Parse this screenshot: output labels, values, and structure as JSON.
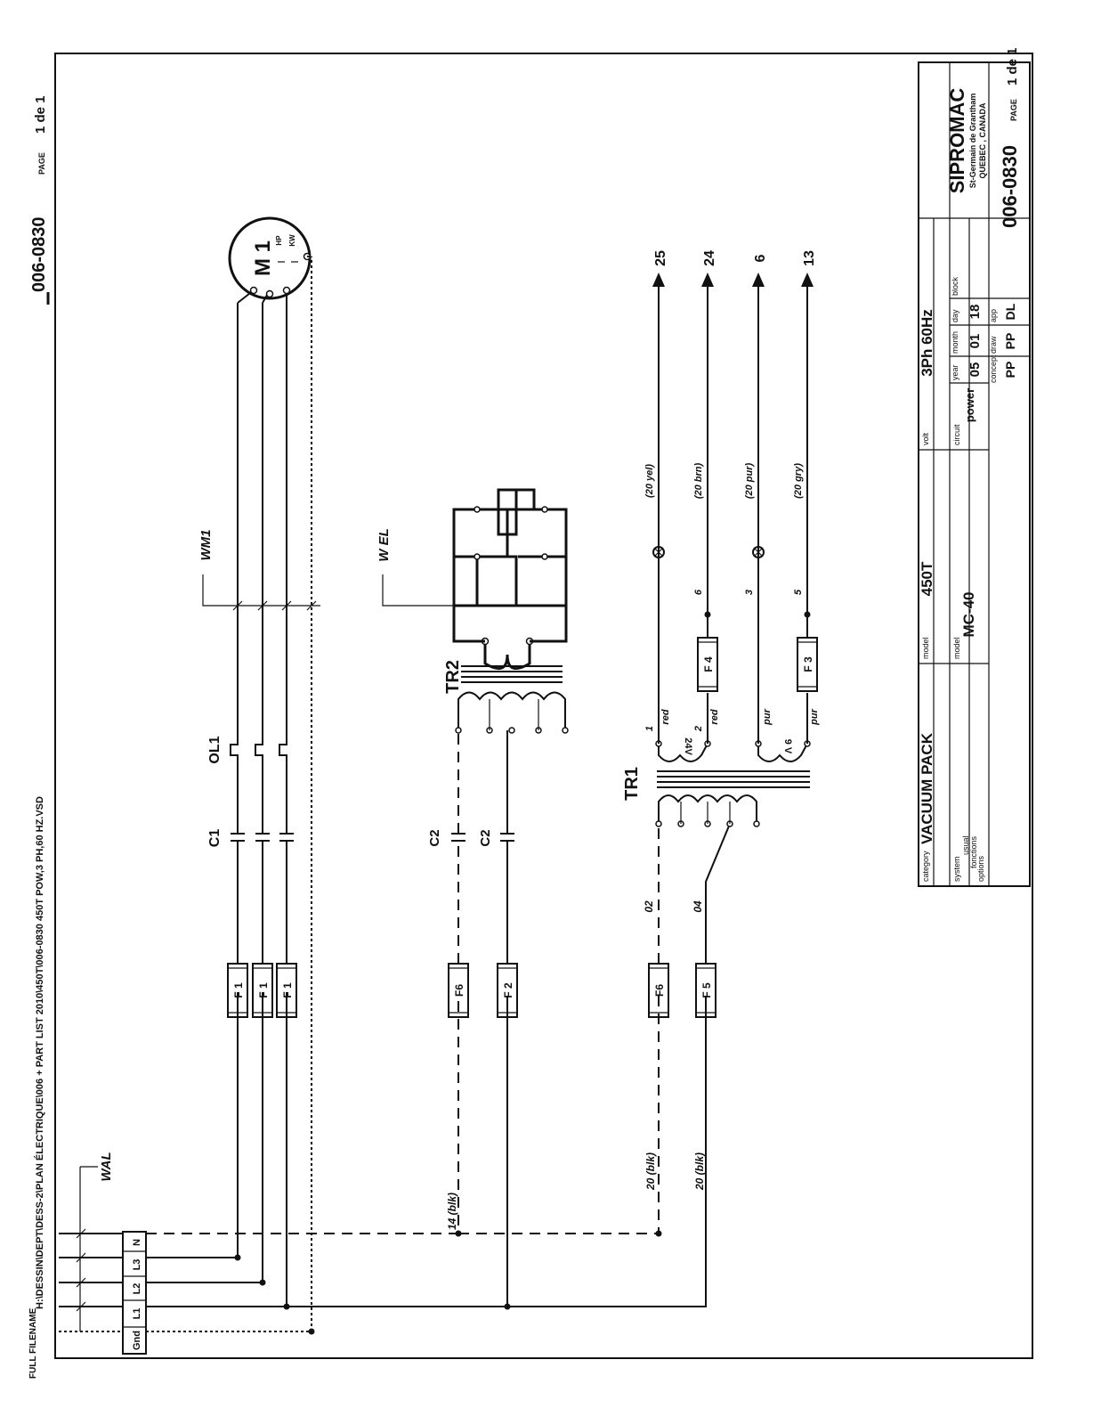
{
  "header": {
    "path": "H:\\DESSIN\\DEPT\\DESS-2\\PLAN ÉLECTRIQUE\\006 + PART LIST 2010\\450T\\006-0830 450T POW,3 PH,60 HZ.VSD",
    "drawing_number": "006-0830",
    "page_label": "PAGE",
    "page_value": "1 de 1",
    "full_filename_label": "FULL FILENAME"
  },
  "terminals": [
    "Gnd",
    "L1",
    "L2",
    "L3",
    "N"
  ],
  "wires": {
    "wal": "WAL",
    "wm1": "WM1",
    "wel": "W EL",
    "w14blk": "14 (blk)",
    "w20blk_a": "20 (blk)",
    "w20blk_b": "20 (blk)",
    "w02": "02",
    "w04": "04",
    "w1": "1",
    "w2": "2",
    "w6": "6",
    "w3": "3",
    "w5": "5",
    "red1": "red",
    "red2": "red",
    "pur1": "pur",
    "pur2": "pur",
    "yel": "(20 yel)",
    "brn": "(20 brn)",
    "pur": "(20 pur)",
    "gry": "(20 gry)"
  },
  "components": {
    "f1": "F 1",
    "f2": "F 2",
    "f3": "F 3",
    "f4": "F 4",
    "f5": "F 5",
    "f6": "F6",
    "c1": "C1",
    "c2": "C2",
    "ol1": "OL1",
    "m1": "M 1",
    "hp": "HP",
    "kw": "KW",
    "tr1": "TR1",
    "tr2": "TR2",
    "v24": "24V",
    "v9": "9 V"
  },
  "outputs": [
    "25",
    "24",
    "6",
    "13"
  ],
  "title_block": {
    "category_label": "category",
    "category": "VACUUM PACK",
    "model_label": "model",
    "model": "MC-40",
    "model_number": "450T",
    "volt_label": "volt",
    "volt": "3Ph 60Hz",
    "system_label": "system",
    "usual_label": "usual",
    "fonctions_label": "fonctions",
    "options_label": "options",
    "circuit_label": "circuit",
    "circuit": "power",
    "year_label": "year",
    "month_label": "month",
    "day_label": "day",
    "block_label": "block",
    "year": "05",
    "month": "01",
    "day": "18",
    "concept_label": "concept",
    "draw_label": "draw",
    "app_label": "app",
    "concept": "PP",
    "draw": "PP",
    "app": "DL",
    "company": "SIPROMAC",
    "city": "St-Germain de Grantham",
    "region": "QUEBEC , CANADA",
    "drawing_number": "006-0830",
    "page_label": "PAGE",
    "page_value": "1 de 1"
  }
}
